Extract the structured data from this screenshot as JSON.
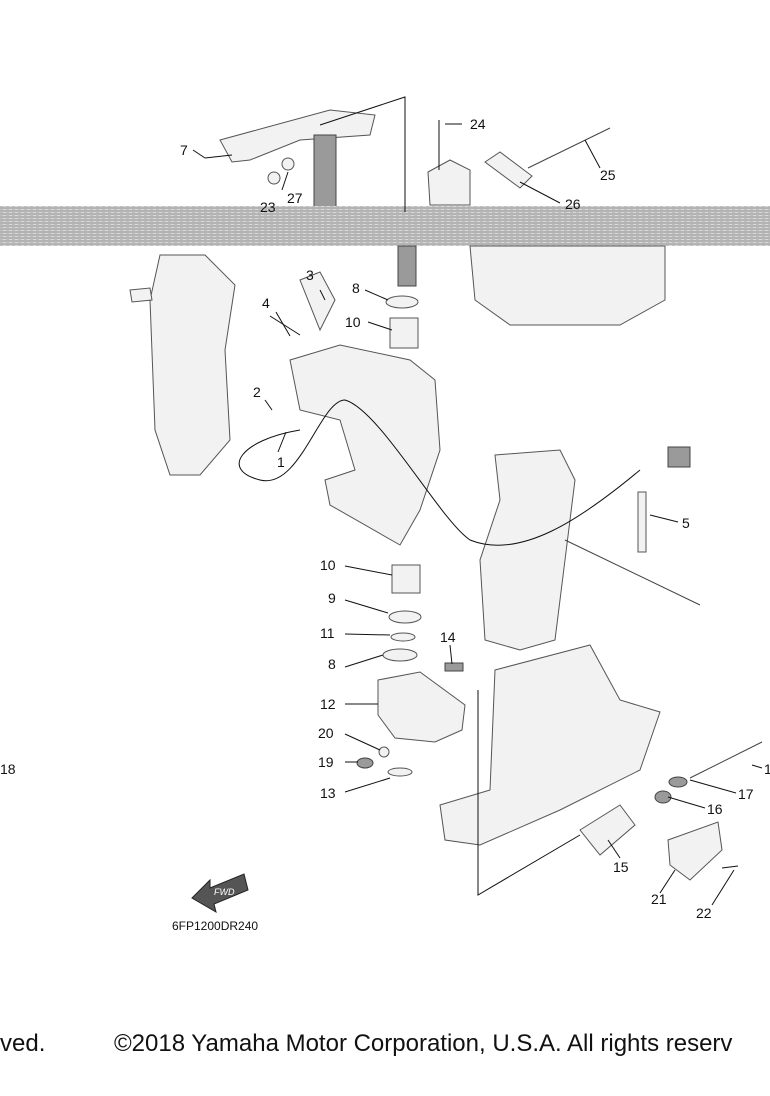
{
  "diagram": {
    "code": "6FP1200DR240",
    "fwd_label": "FWD",
    "callouts": [
      {
        "id": "c1",
        "text": "1"
      },
      {
        "id": "c2",
        "text": "2"
      },
      {
        "id": "c3",
        "text": "3"
      },
      {
        "id": "c4",
        "text": "4"
      },
      {
        "id": "c5",
        "text": "5"
      },
      {
        "id": "c7",
        "text": "7"
      },
      {
        "id": "c8a",
        "text": "8"
      },
      {
        "id": "c8b",
        "text": "8"
      },
      {
        "id": "c9",
        "text": "9"
      },
      {
        "id": "c10a",
        "text": "10"
      },
      {
        "id": "c10b",
        "text": "10"
      },
      {
        "id": "c11",
        "text": "11"
      },
      {
        "id": "c12",
        "text": "12"
      },
      {
        "id": "c13",
        "text": "13"
      },
      {
        "id": "c14",
        "text": "14"
      },
      {
        "id": "c15",
        "text": "15"
      },
      {
        "id": "c16",
        "text": "16"
      },
      {
        "id": "c17",
        "text": "17"
      },
      {
        "id": "c18r",
        "text": "1"
      },
      {
        "id": "c18l",
        "text": "18"
      },
      {
        "id": "c19",
        "text": "19"
      },
      {
        "id": "c20",
        "text": "20"
      },
      {
        "id": "c21",
        "text": "21"
      },
      {
        "id": "c22",
        "text": "22"
      },
      {
        "id": "c23",
        "text": "23"
      },
      {
        "id": "c24",
        "text": "24"
      },
      {
        "id": "c25",
        "text": "25"
      },
      {
        "id": "c26",
        "text": "26"
      },
      {
        "id": "c27",
        "text": "27"
      }
    ]
  },
  "footer": {
    "left_text": "ved.",
    "right_text": "©2018 Yamaha Motor Corporation, U.S.A. All rights reserv"
  }
}
